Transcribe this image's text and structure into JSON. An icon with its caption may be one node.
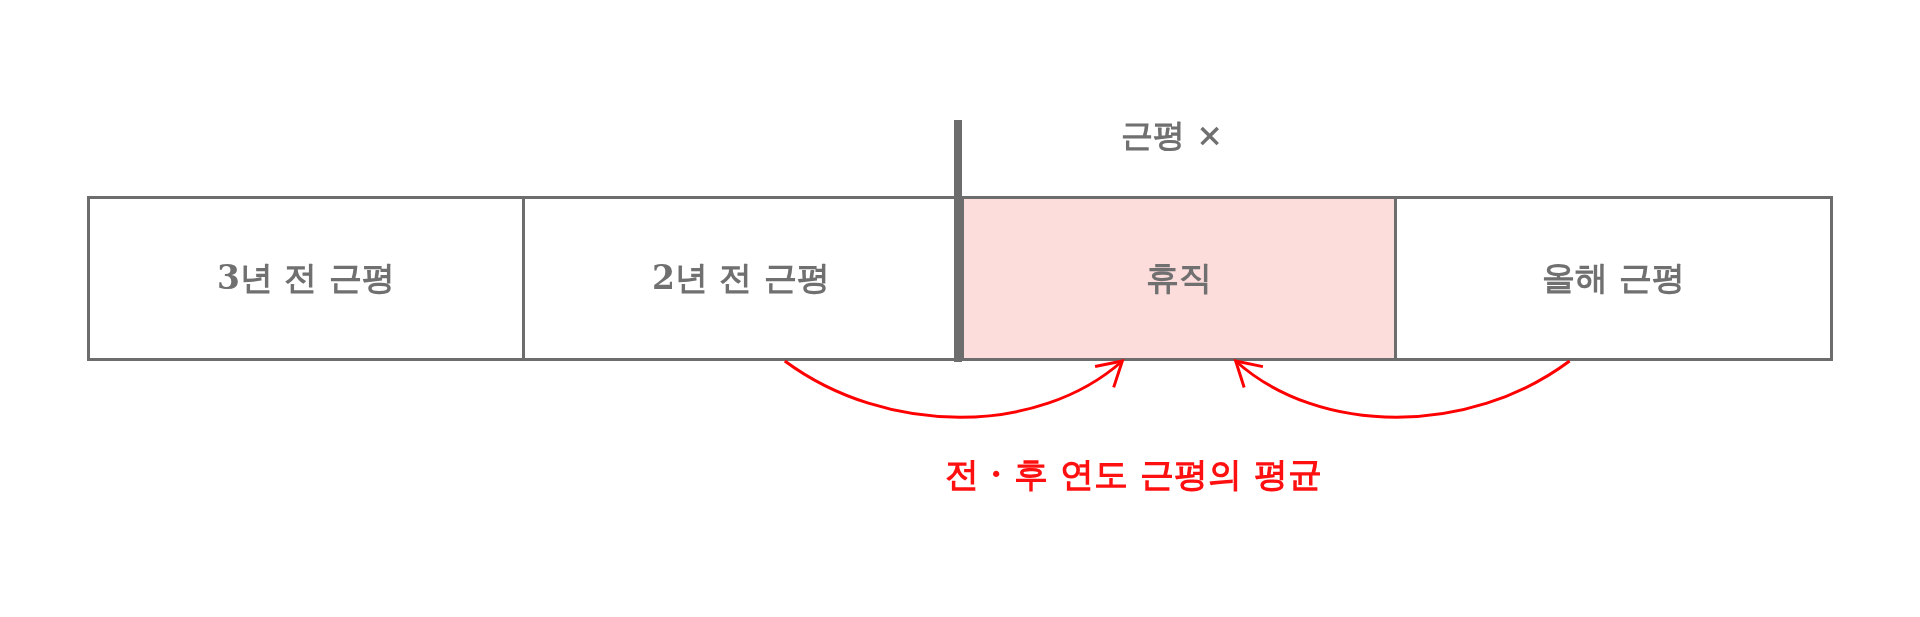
{
  "diagram": {
    "nodes": [
      {
        "text": [
          "3년 전 근평"
        ]
      },
      {
        "text": [
          "2년 전 근평"
        ]
      },
      {
        "text": [
          "휴직"
        ],
        "beside": [
          "근평 ×"
        ]
      },
      {
        "text": [
          "올해 근평"
        ]
      }
    ],
    "edges": [
      {
        "from": 1,
        "to": 2,
        "arrow": "to",
        "color": "#ff0000"
      },
      {
        "from": 3,
        "to": 2,
        "arrow": "to",
        "color": "#ff0000"
      }
    ],
    "labels": [
      "전 · 후 연도 근평의 평균"
    ]
  }
}
